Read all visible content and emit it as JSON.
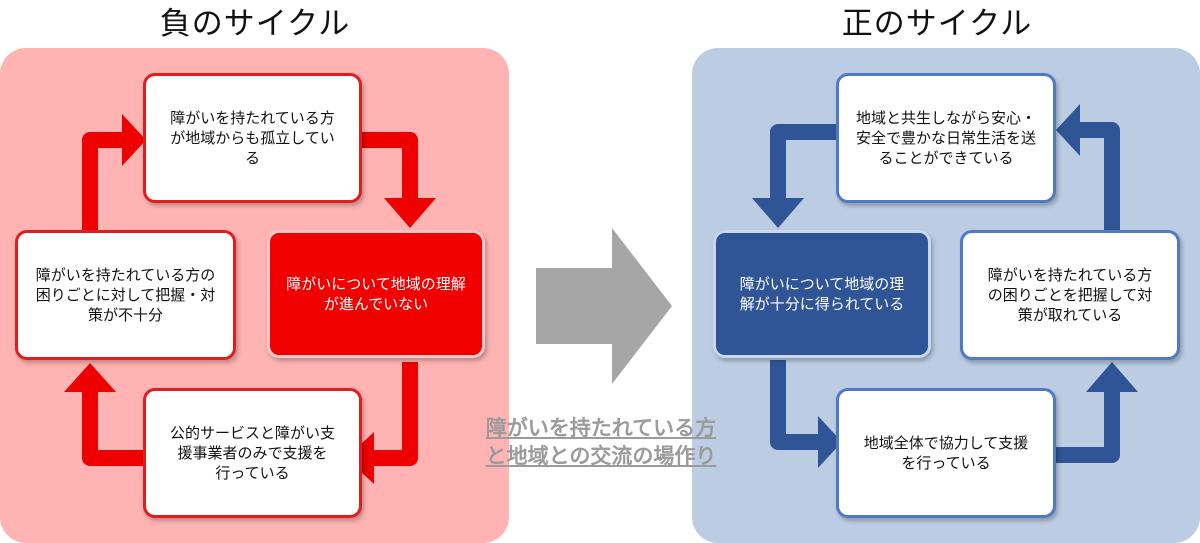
{
  "negative": {
    "title": "負のサイクル",
    "boxes": {
      "top": "障がいを持たれている方\nが地域からも孤立してい\nる",
      "right": "障がいについて地域の理解\nが進んでいない",
      "bottom": "公的サービスと障がい支\n援事業者のみで支援を\n行っている",
      "left": "障がいを持たれている方の\n困りごとに対して把握・対\n策が不十分"
    }
  },
  "positive": {
    "title": "正のサイクル",
    "boxes": {
      "top": "地域と共生しながら安心・\n安全で豊かな日常生活を送\nることができている",
      "left": "障がいについて地域の理\n解が十分に得られている",
      "right": "障がいを持たれている方\nの困りごとを把握して対\n策が取れている",
      "bottom": "地域全体で協力して支援\nを行っている"
    }
  },
  "center_caption": "障がいを持たれている方\nと地域との交流の場作り",
  "colors": {
    "negative_panel": "#ffb3b3",
    "negative_arrow": "#ee0000",
    "positive_panel": "#bccce2",
    "positive_arrow": "#2f5597",
    "center_arrow": "#a6a6a6"
  }
}
